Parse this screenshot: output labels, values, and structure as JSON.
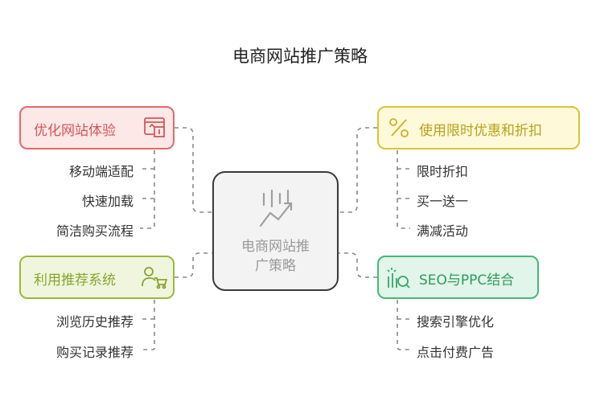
{
  "title": "电商网站推广策略",
  "center": {
    "line1": "电商网站推",
    "line2": "广策略"
  },
  "branches": [
    {
      "label": "优化网站体验",
      "color": "#e26a6a",
      "fill": "#fde8e8",
      "icon": "web-optimize-icon",
      "items": [
        "移动端适配",
        "快速加载",
        "简洁购买流程"
      ]
    },
    {
      "label": "使用限时优惠和折扣",
      "color": "#d8c436",
      "fill": "#fdf9d9",
      "icon": "percent-icon",
      "items": [
        "限时折扣",
        "买一送一",
        "满减活动"
      ]
    },
    {
      "label": "利用推荐系统",
      "color": "#9ab83f",
      "fill": "#f0f6dd",
      "icon": "user-cart-icon",
      "items": [
        "浏览历史推荐",
        "购买记录推荐"
      ]
    },
    {
      "label": "SEO与PPC结合",
      "color": "#45b87a",
      "fill": "#e1f5ea",
      "icon": "seo-chart-icon",
      "items": [
        "搜索引擎优化",
        "点击付费广告"
      ]
    }
  ]
}
